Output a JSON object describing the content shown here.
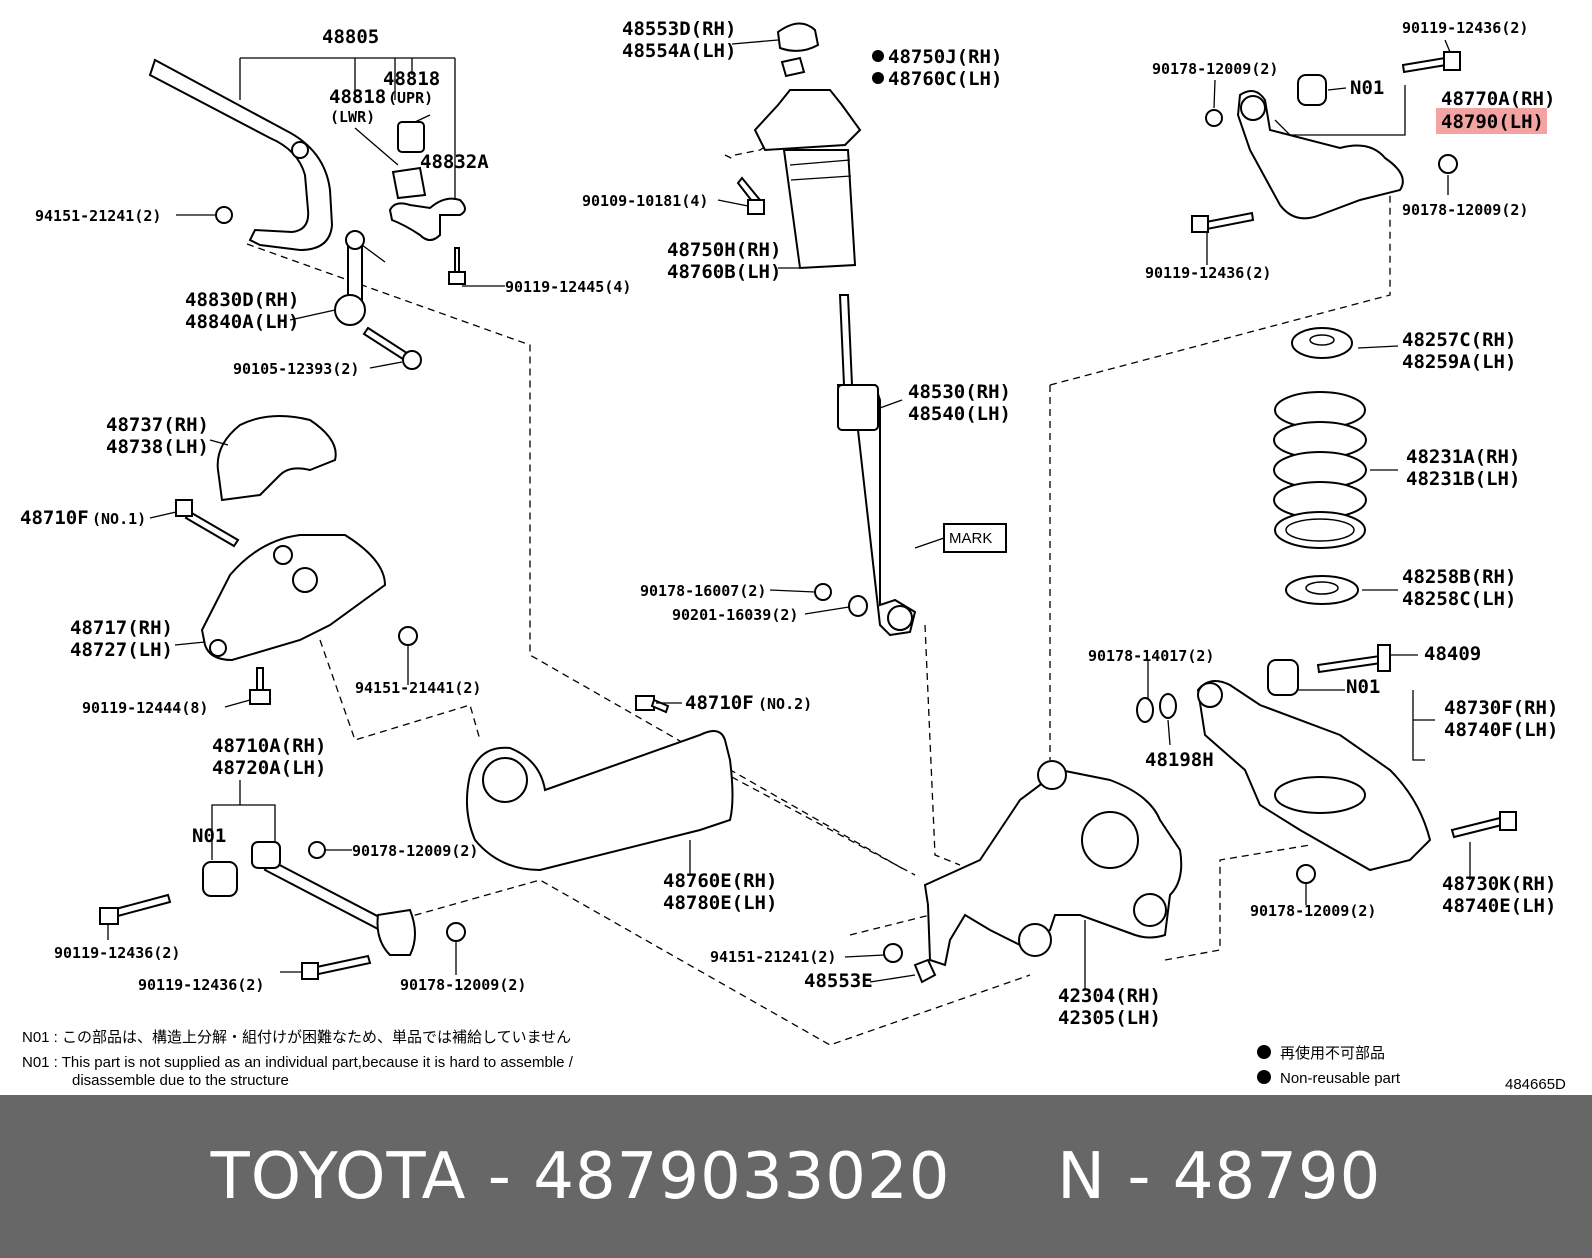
{
  "labels": {
    "stab_bar": "48805",
    "bush_upr": "48818",
    "bush_upr_sub": "(UPR)",
    "bush_lwr": "48818",
    "bush_lwr_sub": "(LWR)",
    "bracket": "48832A",
    "nut_stab": "94151-21241(2)",
    "bolt_bracket": "90119-12445(4)",
    "link_rh": "48830D(RH)",
    "link_lh": "48840A(LH)",
    "bolt_link": "90105-12393(2)",
    "cover_rh": "48737(RH)",
    "cover_lh": "48738(LH)",
    "bolt_no1": "48710F",
    "bolt_no1_sub": "(NO.1)",
    "mount_rh": "48717(RH)",
    "mount_lh": "48727(LH)",
    "nut_mount": "94151-21441(2)",
    "bolt_mount": "90119-12444(8)",
    "arm_a_rh": "48710A(RH)",
    "arm_a_lh": "48720A(LH)",
    "n01_left": "N01",
    "nut_arm_a": "90178-12009(2)",
    "bolt_arm_a1": "90119-12436(2)",
    "bolt_arm_a2": "90119-12436(2)",
    "nut_arm_a2": "90178-12009(2)",
    "cap_rh": "48553D(RH)",
    "cap_lh": "48554A(LH)",
    "nut_top_rh": "48750J(RH)",
    "nut_top_lh": "48760C(LH)",
    "bolt_top": "90109-10181(4)",
    "boot_rh": "48750H(RH)",
    "boot_lh": "48760B(LH)",
    "shock_rh": "48530(RH)",
    "shock_lh": "48540(LH)",
    "mark": "MARK",
    "nut_shock": "90178-16007(2)",
    "washer_shock": "90201-16039(2)",
    "bolt_no2": "48710F",
    "bolt_no2_sub": "(NO.2)",
    "trailing_rh": "48760E(RH)",
    "trailing_lh": "48780E(LH)",
    "nut_knuckle": "94151-21241(2)",
    "nut_e": "48553E",
    "knuckle_rh": "42304(RH)",
    "knuckle_lh": "42305(LH)",
    "bolt_upper": "90119-12436(2)",
    "nut_upper_a": "90178-12009(2)",
    "n01_upper": "N01",
    "upper_rh": "48770A(RH)",
    "upper_lh": "48790(LH)",
    "nut_upper_b": "90178-12009(2)",
    "bolt_upper_b": "90119-12436(2)",
    "seat_rh": "48257C(RH)",
    "seat_lh": "48259A(LH)",
    "spring_rh": "48231A(RH)",
    "spring_lh": "48231B(LH)",
    "lseat_rh": "48258B(RH)",
    "lseat_lh": "48258C(LH)",
    "nut_lower": "90178-14017(2)",
    "bolt_lower": "48409",
    "washer_lower": "48198H",
    "n01_lower": "N01",
    "lower_rh": "48730F(RH)",
    "lower_lh": "48740F(LH)",
    "bolt_lower2_rh": "48730K(RH)",
    "bolt_lower2_lh": "48740E(LH)",
    "nut_lower2": "90178-12009(2)"
  },
  "notes": {
    "n01_jp": "N01 : この部品は、構造上分解・組付けが困難なため、単品では補給していません",
    "n01_en_1": "N01 :  This part is not supplied as an individual part,because it is hard to assemble /",
    "n01_en_2": "disassemble due to the structure",
    "legend_jp": "再使用不可部品",
    "legend_en": "Non-reusable part",
    "diagram_id": "484665D"
  },
  "highlight_color": "#f4a3a3",
  "footer": {
    "text": "TOYOTA - 4879033020     N - 48790"
  }
}
